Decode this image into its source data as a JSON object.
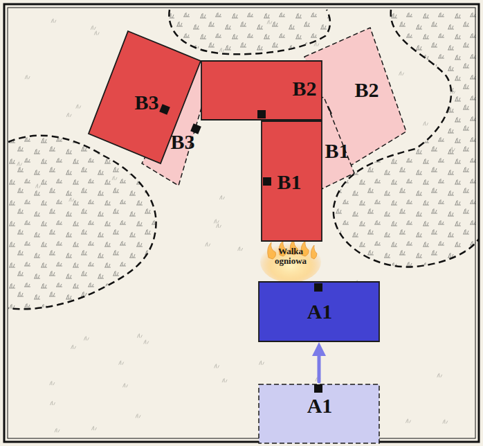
{
  "diagram": {
    "nodes": [
      {
        "text": [
          "B3"
        ]
      },
      {
        "text": [
          "B3"
        ]
      },
      {
        "text": [
          "B2"
        ]
      },
      {
        "text": [
          "B2"
        ]
      },
      {
        "text": [
          "B1"
        ]
      },
      {
        "text": [
          "B1"
        ]
      },
      {
        "text": [
          "A1"
        ]
      },
      {
        "text": [
          "A1"
        ]
      }
    ],
    "edges": [
      {
        "from": 7,
        "to": 6,
        "arrow": "to"
      }
    ],
    "labels": [
      "Walka ogniowa"
    ]
  }
}
